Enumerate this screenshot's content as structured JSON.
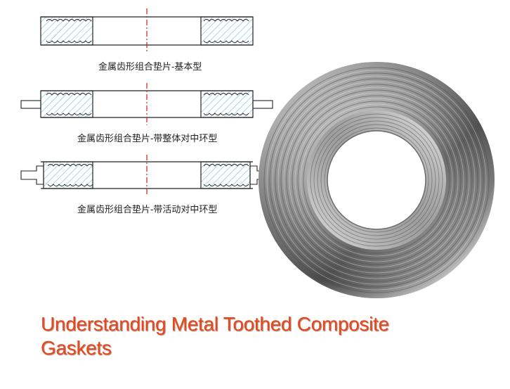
{
  "diagrams": {
    "caption_basic": "金属齿形组合垫片-基本型",
    "caption_integral": "金属齿形组合垫片-带整体对中环型",
    "caption_loose": "金属齿形组合垫片-带活动对中环型"
  },
  "photo": {
    "subject": "metal toothed composite gasket photo"
  },
  "title": "Understanding Metal Toothed Composite Gaskets",
  "colors": {
    "title": "#e8471d",
    "hatch": "#7fc8d8",
    "centerline": "#d82020",
    "outline": "#222222"
  }
}
